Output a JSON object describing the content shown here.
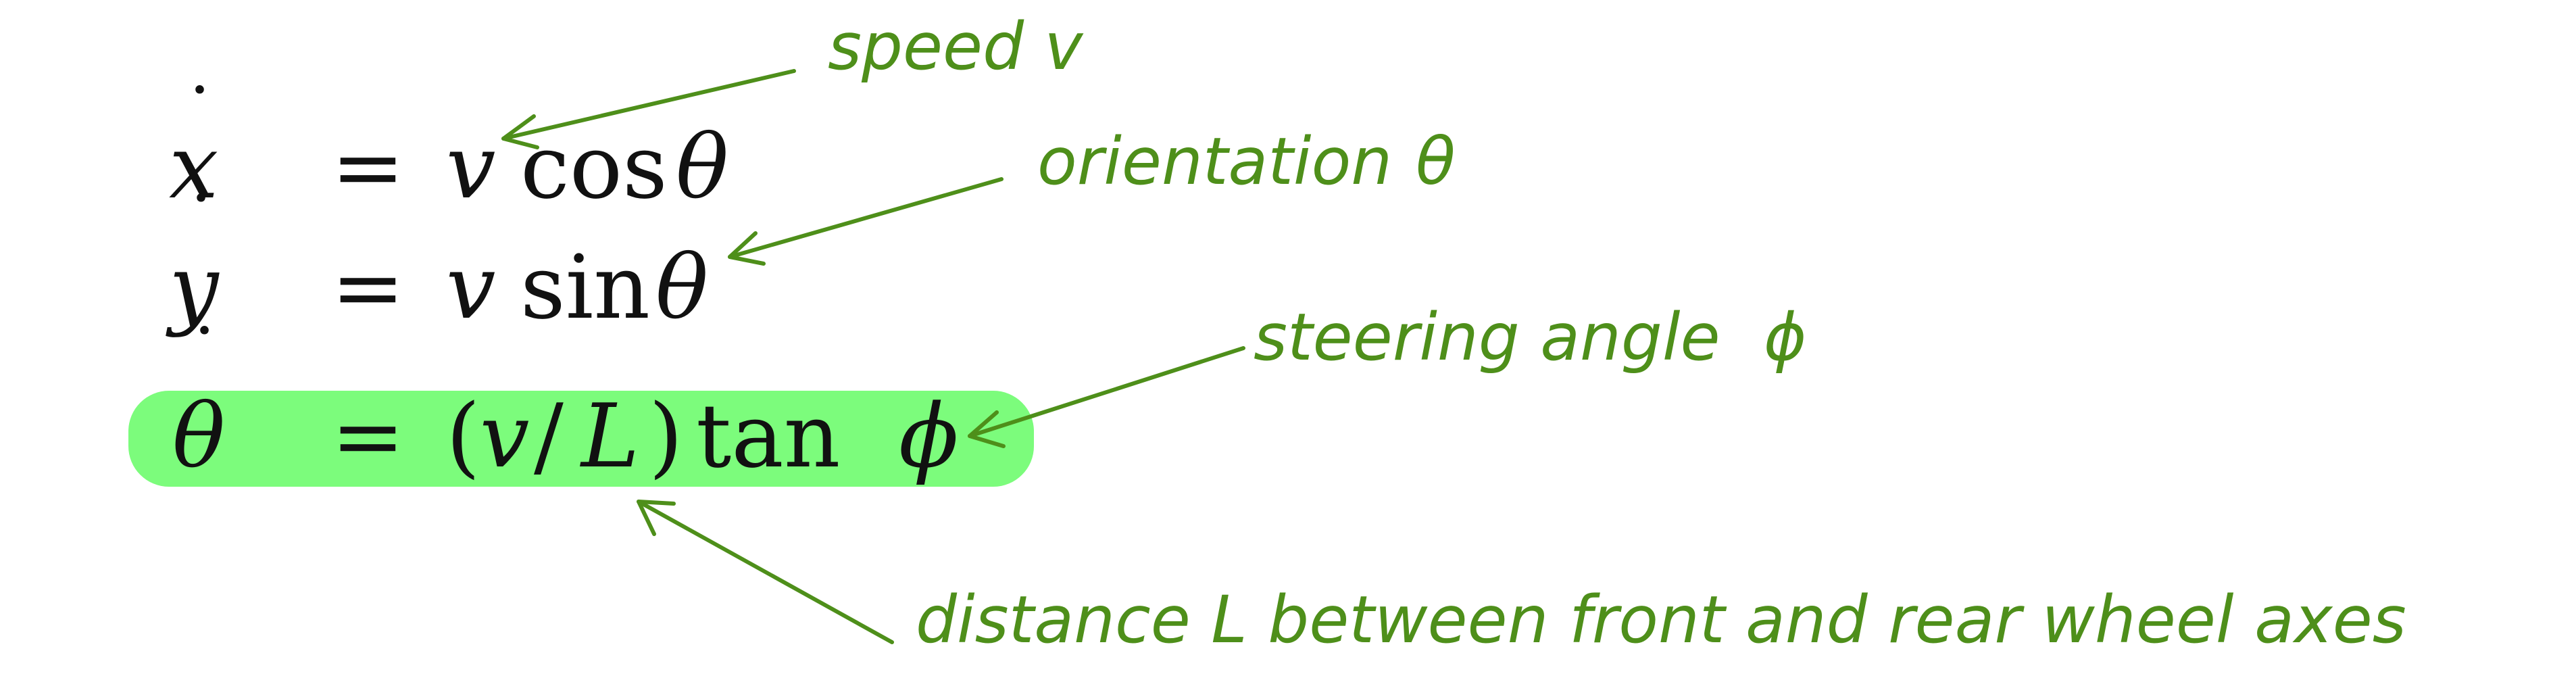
{
  "colors": {
    "annotation": "#4E8F1A",
    "highlight": "#7CFC7C",
    "equation_text": "#111111",
    "background": "#ffffff"
  },
  "equations": [
    {
      "lhs": "x",
      "lhs_accent": "˙",
      "equals": "=",
      "rhs_var": "v",
      "rhs_func": "cos",
      "rhs_arg": "θ"
    },
    {
      "lhs": "y",
      "lhs_accent": "˙",
      "equals": "=",
      "rhs_var": "v",
      "rhs_func": "sin",
      "rhs_arg": "θ"
    },
    {
      "lhs": "θ",
      "lhs_accent": "˙",
      "equals": "=",
      "rhs_open": "(",
      "rhs_var": "v",
      "rhs_slash": "/",
      "rhs_var2": "L",
      "rhs_close": ")",
      "rhs_func": "tan",
      "rhs_arg": "ϕ"
    }
  ],
  "annotations": {
    "speed": "speed v",
    "orientation_prefix": "orientation",
    "orientation_symbol": "θ",
    "steering_prefix": "steering angle",
    "steering_symbol": "ϕ",
    "distance": "distance L between front and rear wheel axes"
  },
  "icons": {
    "arrowhead": "open-chevron-arrowhead-icon"
  }
}
